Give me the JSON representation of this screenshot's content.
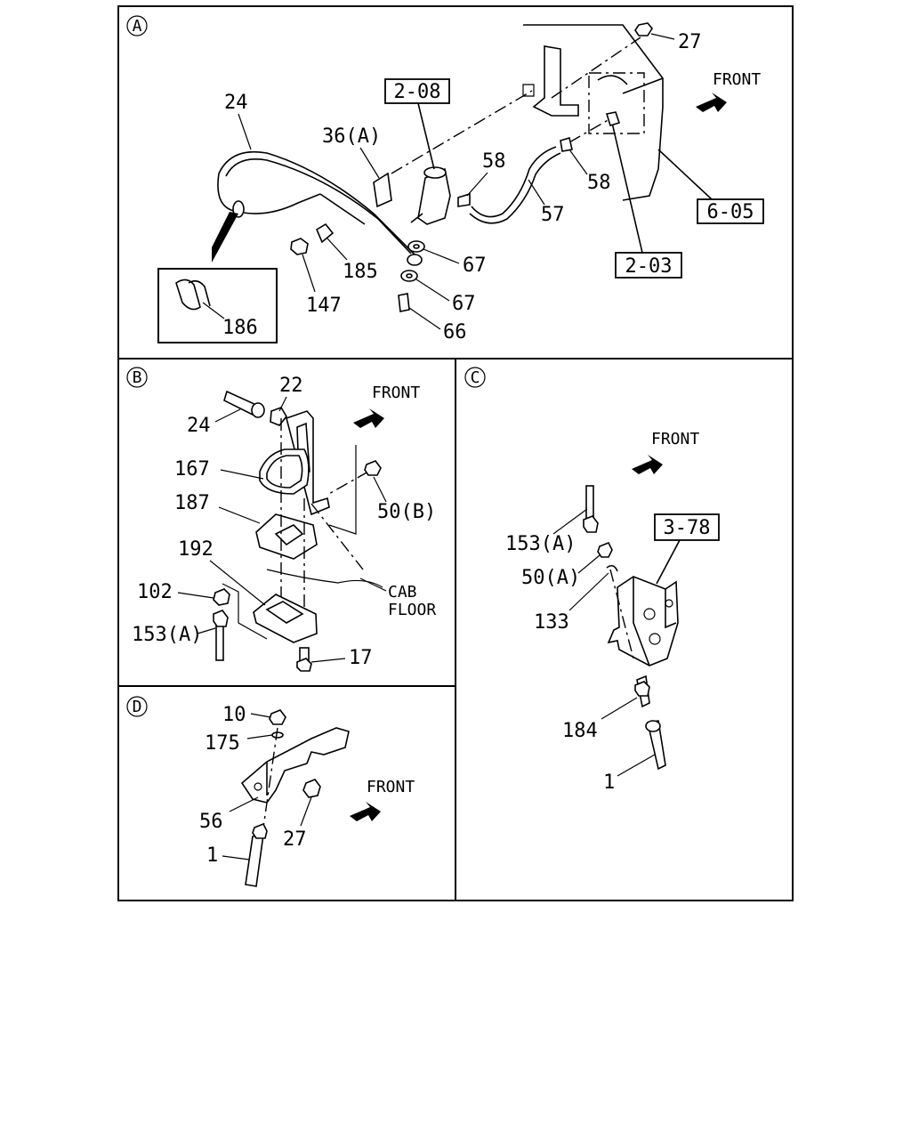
{
  "panels": {
    "A": {
      "marker": "A",
      "front": "FRONT",
      "ref_boxes": [
        "2-08",
        "6-05",
        "2-03"
      ],
      "callouts": [
        "27",
        "24",
        "36(A)",
        "58",
        "58",
        "57",
        "185",
        "67",
        "147",
        "67",
        "66",
        "186"
      ]
    },
    "B": {
      "marker": "B",
      "front": "FRONT",
      "cab_floor": [
        "CAB",
        "FLOOR"
      ],
      "callouts": [
        "22",
        "24",
        "167",
        "50(B)",
        "187",
        "192",
        "102",
        "153(A)",
        "17"
      ]
    },
    "C": {
      "marker": "C",
      "front": "FRONT",
      "ref_boxes": [
        "3-78"
      ],
      "callouts": [
        "153(A)",
        "50(A)",
        "133",
        "184",
        "1"
      ]
    },
    "D": {
      "marker": "D",
      "front": "FRONT",
      "callouts": [
        "10",
        "175",
        "56",
        "27",
        "1"
      ]
    }
  }
}
